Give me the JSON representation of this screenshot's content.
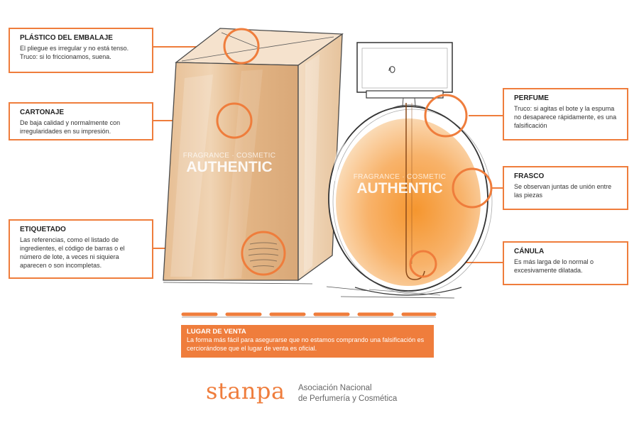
{
  "callouts": {
    "plastico": {
      "title": "PLÁSTICO DEL EMBALAJE",
      "desc": "El pliegue es irregular y no está tenso. Truco: si lo friccionamos, suena."
    },
    "cartonaje": {
      "title": "CARTONAJE",
      "desc": "De baja calidad y normalmente con irregularidades en su impresión."
    },
    "etiquetado": {
      "title": "ETIQUETADO",
      "desc": "Las referencias, como el listado de ingredientes, el código de barras o el número de lote, a veces ni siquiera aparecen o son incompletas."
    },
    "perfume": {
      "title": "PERFUME",
      "desc": "Truco: si agitas el bote y la espuma no desaparece rápidamente, es una falsificación"
    },
    "frasco": {
      "title": "FRASCO",
      "desc": "Se observan juntas de unión entre las piezas"
    },
    "canula": {
      "title": "CÁNULA",
      "desc": "Es más larga de lo normal o excesivamente dilatada."
    }
  },
  "sale": {
    "title": "LUGAR DE VENTA",
    "desc": "La forma más fácil para asegurarse que no estamos comprando una falsificación es cerciorándose que el lugar de venta es oficial."
  },
  "watermark": {
    "box": {
      "small": "FRAGRANCE · COSMETIC",
      "big": "AUTHENTIC"
    },
    "bottle": {
      "small": "FRAGRANCE · COSMETIC",
      "big": "AUTHENTIC"
    }
  },
  "logo": {
    "brand": "stanpa",
    "line1": "Asociación Nacional",
    "line2": "de Perfumería y Cosmética"
  },
  "colors": {
    "accent": "#ef7d3c",
    "box": "#e8c196",
    "liquid": "#f7a64c"
  }
}
